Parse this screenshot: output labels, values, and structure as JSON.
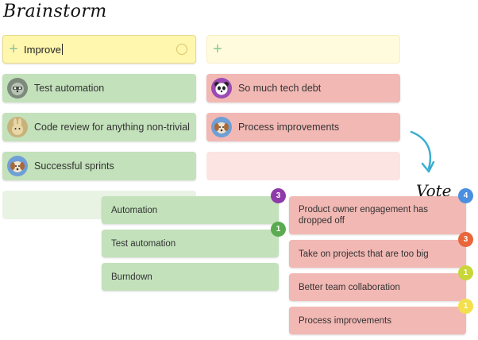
{
  "title": "Brainstorm",
  "vote_label": "Vote",
  "brainstorm": {
    "input": {
      "value": "Improve"
    },
    "left_ideas": [
      {
        "label": "Test automation",
        "avatar": "raccoon-icon"
      },
      {
        "label": "Code review for anything non-trivial",
        "avatar": "bunny-icon"
      },
      {
        "label": "Successful sprints",
        "avatar": "puppy-icon"
      }
    ],
    "right_ideas": [
      {
        "label": "So much tech debt",
        "avatar": "panda-icon"
      },
      {
        "label": "Process improvements",
        "avatar": "puppy-icon"
      }
    ]
  },
  "vote": {
    "green": [
      {
        "label": "Automation",
        "count": "3",
        "color": "#8e3aa8"
      },
      {
        "label": "Test automation",
        "count": "1",
        "color": "#5aab4f"
      },
      {
        "label": "Burndown"
      }
    ],
    "red": [
      {
        "label": "Product owner engagement has dropped off",
        "count": "4",
        "color": "#4a8fe0"
      },
      {
        "label": "Take on projects that are too big",
        "count": "3",
        "color": "#e9653a"
      },
      {
        "label": "Better team collaboration",
        "count": "1",
        "color": "#c8d63a"
      },
      {
        "label": "Process improvements",
        "count": "1",
        "color": "#f3e04c"
      }
    ]
  },
  "colors": {
    "green_card": "#c3e1bb",
    "red_card": "#f2b8b4",
    "input": "#fff7ae"
  }
}
